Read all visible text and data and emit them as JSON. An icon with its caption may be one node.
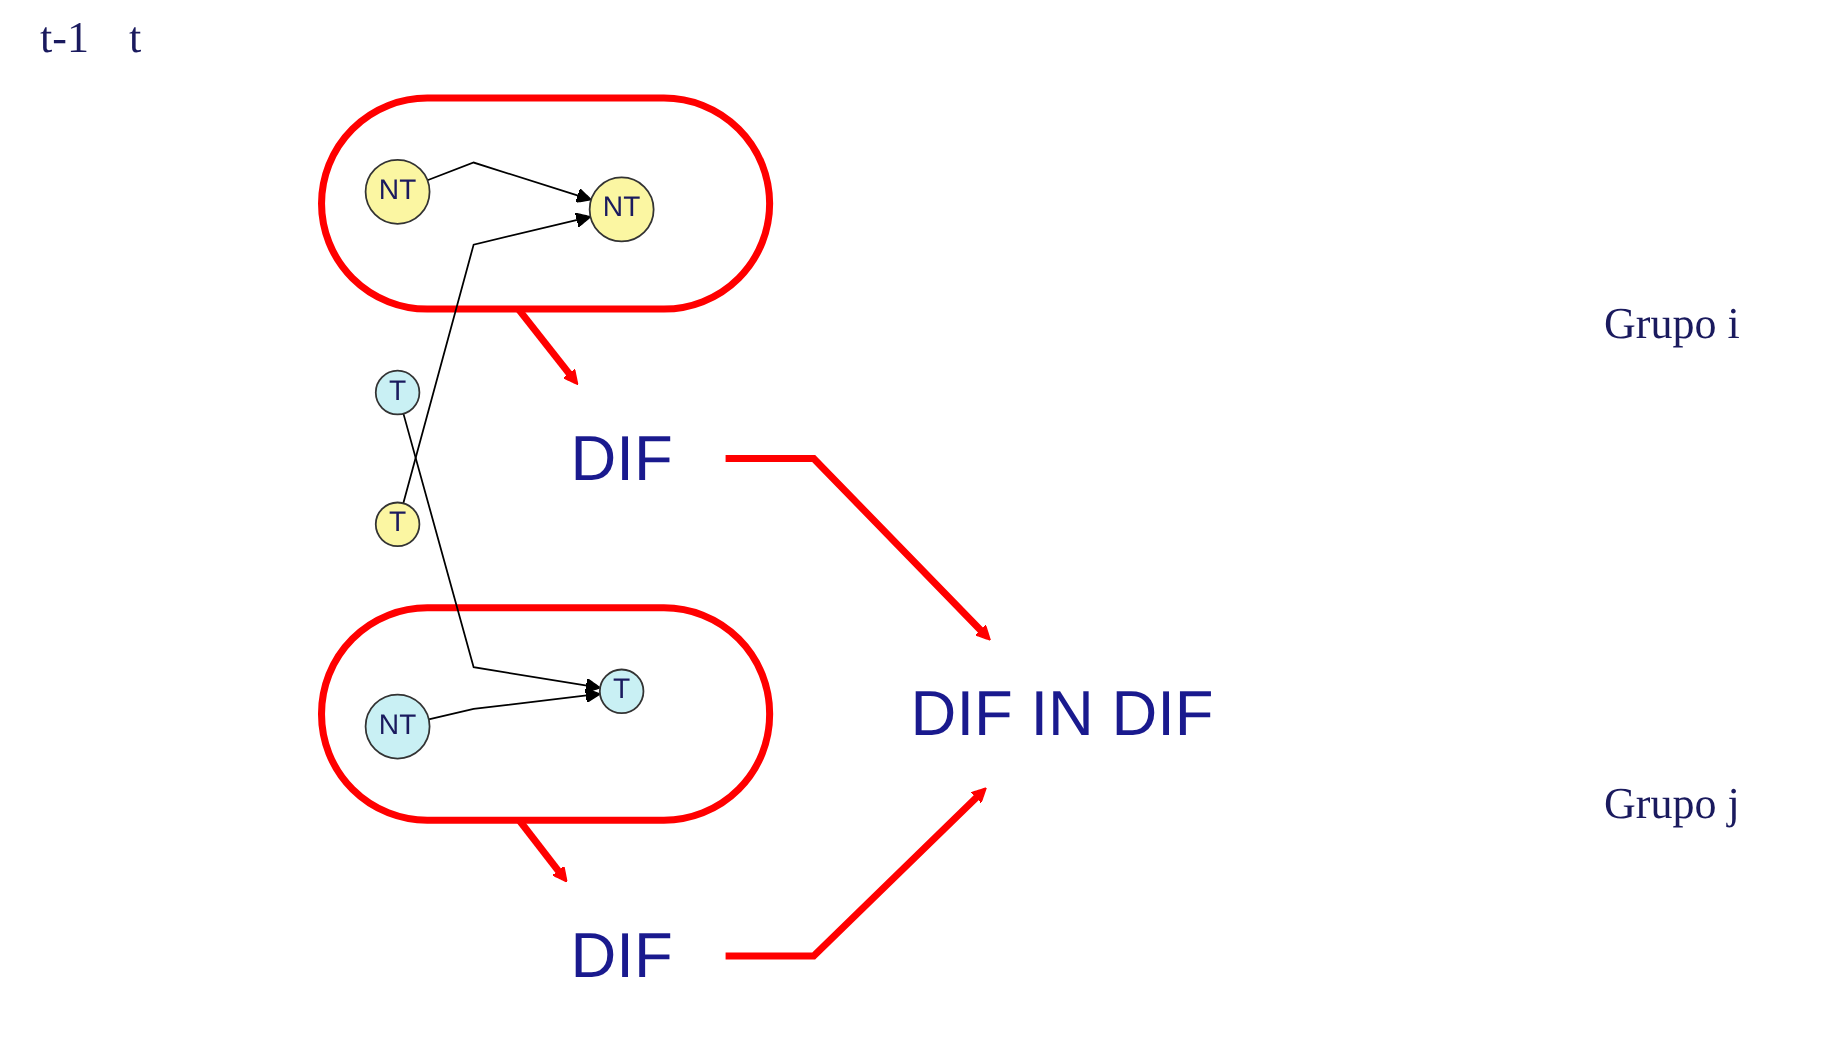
{
  "diagram": {
    "nodes": [
      {
        "text": [
          "T"
        ]
      },
      {
        "text": [],
        "shape": "ellipse"
      },
      {
        "text": [
          "NT"
        ],
        "in": 1
      },
      {
        "text": [
          "T"
        ],
        "in": 1
      },
      {
        "text": [
          "T"
        ]
      },
      {
        "text": [],
        "shape": "ellipse"
      },
      {
        "text": [
          "NT"
        ],
        "in": 5
      },
      {
        "text": [
          "NT"
        ],
        "in": 5
      },
      {
        "text": [
          "DIF"
        ]
      },
      {
        "text": [
          "DIF IN DIF"
        ]
      },
      {
        "text": [
          "DIF"
        ]
      }
    ],
    "edges": [
      {
        "from": 0,
        "to": 3,
        "arrow": "to",
        "color": "#000000"
      },
      {
        "from": 2,
        "to": 3,
        "arrow": "to",
        "color": "#000000"
      },
      {
        "from": 4,
        "to": 7,
        "arrow": "to",
        "color": "#000000"
      },
      {
        "from": 6,
        "to": 7,
        "arrow": "to",
        "color": "#000000"
      },
      {
        "from": 1,
        "to": 8,
        "arrow": "to",
        "style": "thick",
        "color": "#ff0000"
      },
      {
        "from": 8,
        "to": 9,
        "arrow": "to",
        "style": "thick",
        "color": "#ff0000"
      },
      {
        "from": 5,
        "to": 10,
        "arrow": "to",
        "style": "thick",
        "color": "#ff0000"
      },
      {
        "from": 10,
        "to": 9,
        "arrow": "to",
        "style": "thick",
        "color": "#ff0000"
      }
    ],
    "labels": [
      "t-1",
      "t",
      "Grupo i",
      "Grupo j"
    ]
  }
}
